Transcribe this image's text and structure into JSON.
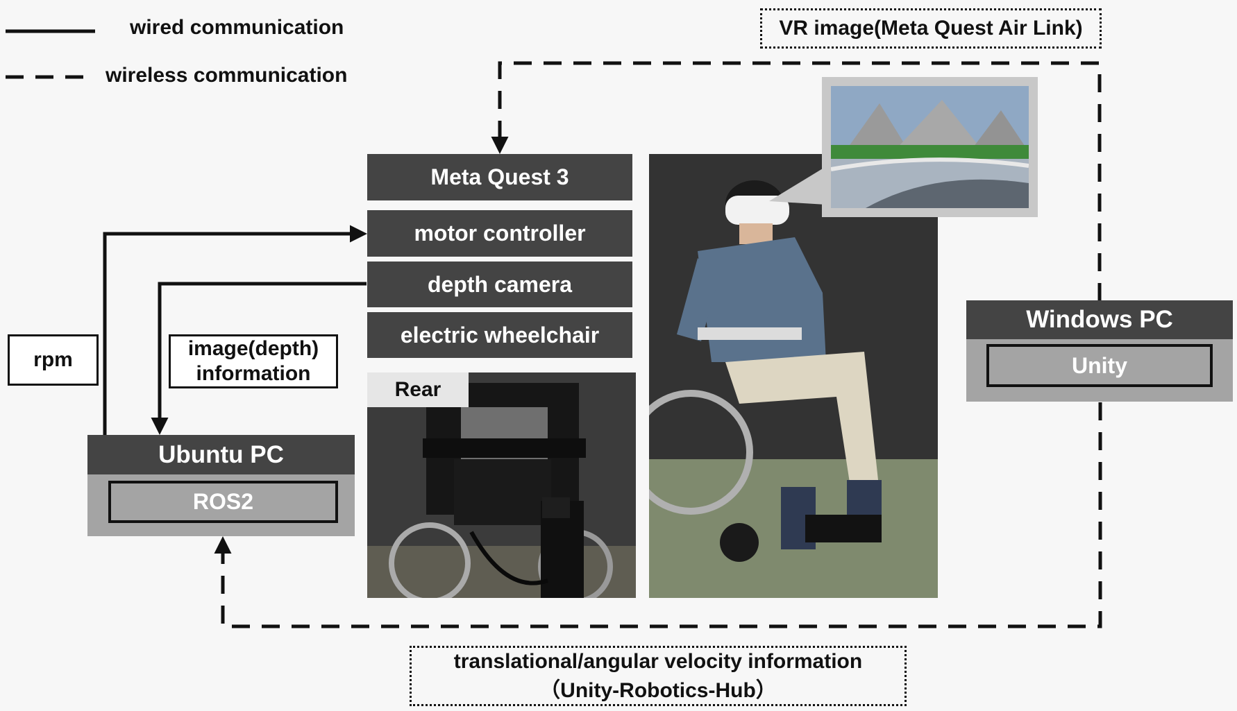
{
  "legend": {
    "wired": "wired communication",
    "wireless": "wireless communication"
  },
  "devices": {
    "meta_quest": "Meta Quest 3",
    "motor_controller": "motor controller",
    "depth_camera": "depth camera",
    "electric_wheelchair": "electric wheelchair"
  },
  "ubuntu_pc": {
    "title": "Ubuntu PC",
    "software": "ROS2"
  },
  "windows_pc": {
    "title": "Windows PC",
    "software": "Unity"
  },
  "labels": {
    "rpm": "rpm",
    "image_depth_line1": "image(depth)",
    "image_depth_line2": "information",
    "vr_image": "VR image(Meta Quest Air Link)",
    "velocity_line1": "translational/angular velocity information",
    "velocity_line2": "（Unity-Robotics-Hub）"
  },
  "photos": {
    "rear_tag": "Rear"
  },
  "colors": {
    "box_dark": "#444444",
    "box_light": "#a4a4a4",
    "line": "#111111",
    "background": "#f7f7f7"
  }
}
